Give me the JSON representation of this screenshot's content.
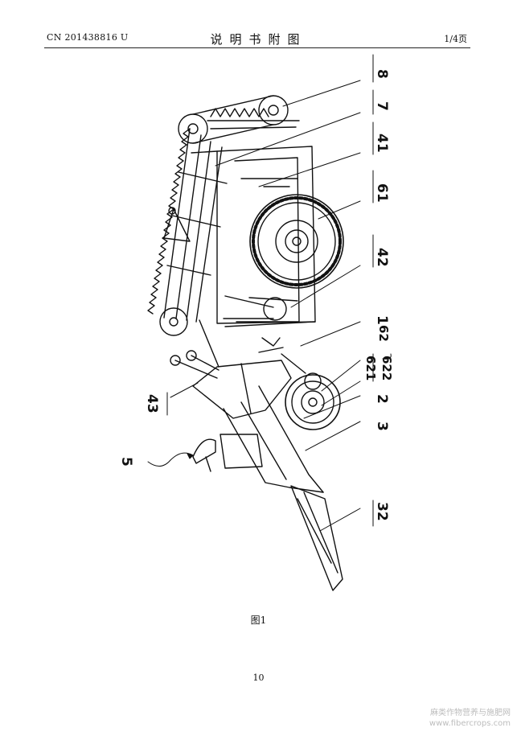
{
  "header": {
    "patent_number": "CN 201438816 U",
    "title": "说明书附图",
    "page_count": "1/4页"
  },
  "figure": {
    "caption": "图1",
    "labels": {
      "l8": "8",
      "l7": "7",
      "l41": "41",
      "l61": "61",
      "l42": "42",
      "l1": "1",
      "l62": "62",
      "l621": "621",
      "l622": "622",
      "l2": "2",
      "l43": "43",
      "l3": "3",
      "l5": "5",
      "l32": "32"
    }
  },
  "page_number": "10",
  "watermark": {
    "line1": "麻类作物营养与施肥网",
    "line2": "www.fibercrops.com"
  }
}
